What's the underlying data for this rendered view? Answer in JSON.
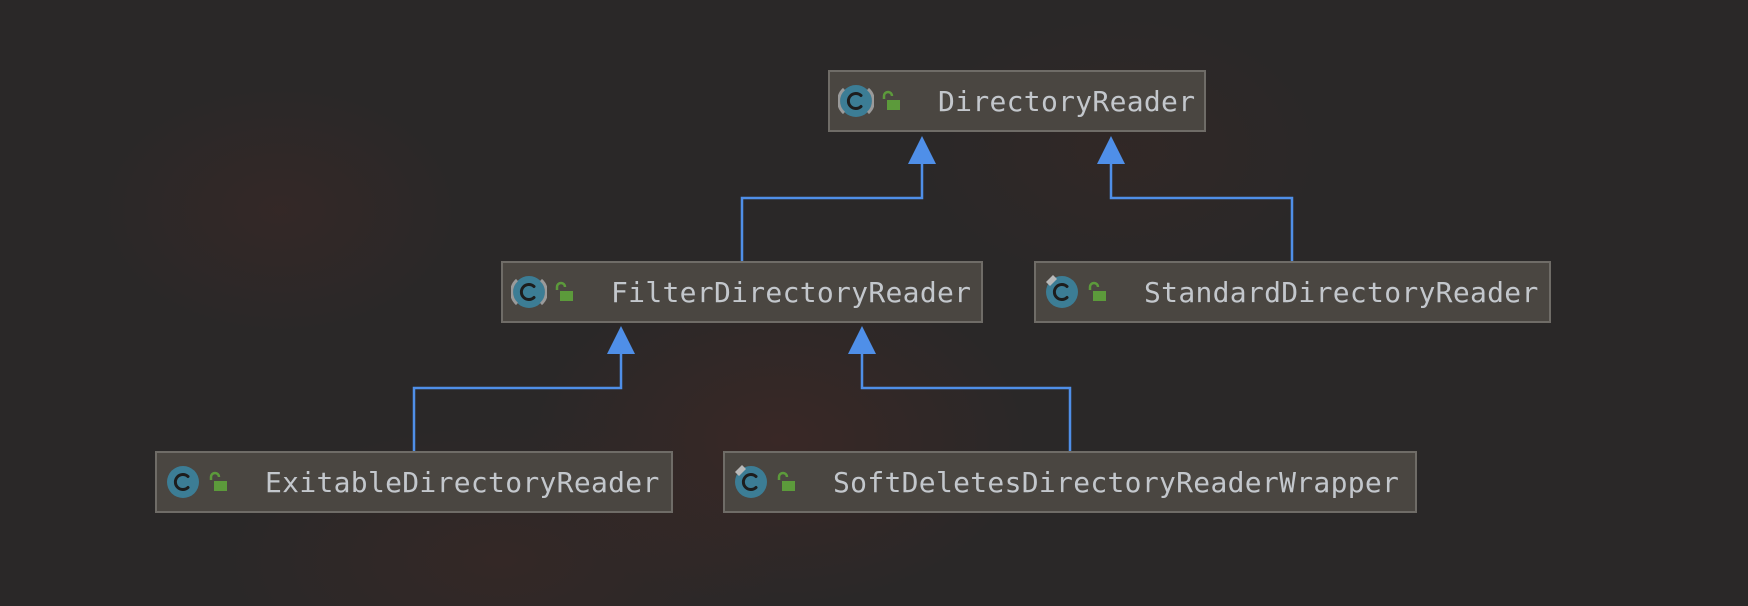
{
  "diagram": {
    "type": "class-hierarchy",
    "colors": {
      "background": "#2a2828",
      "node_fill": "#4a4641",
      "node_border": "#6f6c67",
      "edge": "#4f8fe8",
      "class_icon": "#3c7d95",
      "lock": "#5c9a3b",
      "label": "#c3c7cc"
    },
    "nodes": [
      {
        "id": "directory-reader",
        "label": "DirectoryReader",
        "icon": "abstract-class-icon"
      },
      {
        "id": "filter-directory-reader",
        "label": "FilterDirectoryReader",
        "icon": "abstract-class-icon"
      },
      {
        "id": "standard-directory-reader",
        "label": "StandardDirectoryReader",
        "icon": "final-class-icon"
      },
      {
        "id": "exitable-directory-reader",
        "label": "ExitableDirectoryReader",
        "icon": "class-icon"
      },
      {
        "id": "soft-deletes-directory-reader-wrapper",
        "label": "SoftDeletesDirectoryReaderWrapper",
        "icon": "final-class-icon"
      }
    ],
    "edges": [
      {
        "from": "filter-directory-reader",
        "to": "directory-reader",
        "relation": "extends"
      },
      {
        "from": "standard-directory-reader",
        "to": "directory-reader",
        "relation": "extends"
      },
      {
        "from": "exitable-directory-reader",
        "to": "filter-directory-reader",
        "relation": "extends"
      },
      {
        "from": "soft-deletes-directory-reader-wrapper",
        "to": "filter-directory-reader",
        "relation": "extends"
      }
    ]
  }
}
